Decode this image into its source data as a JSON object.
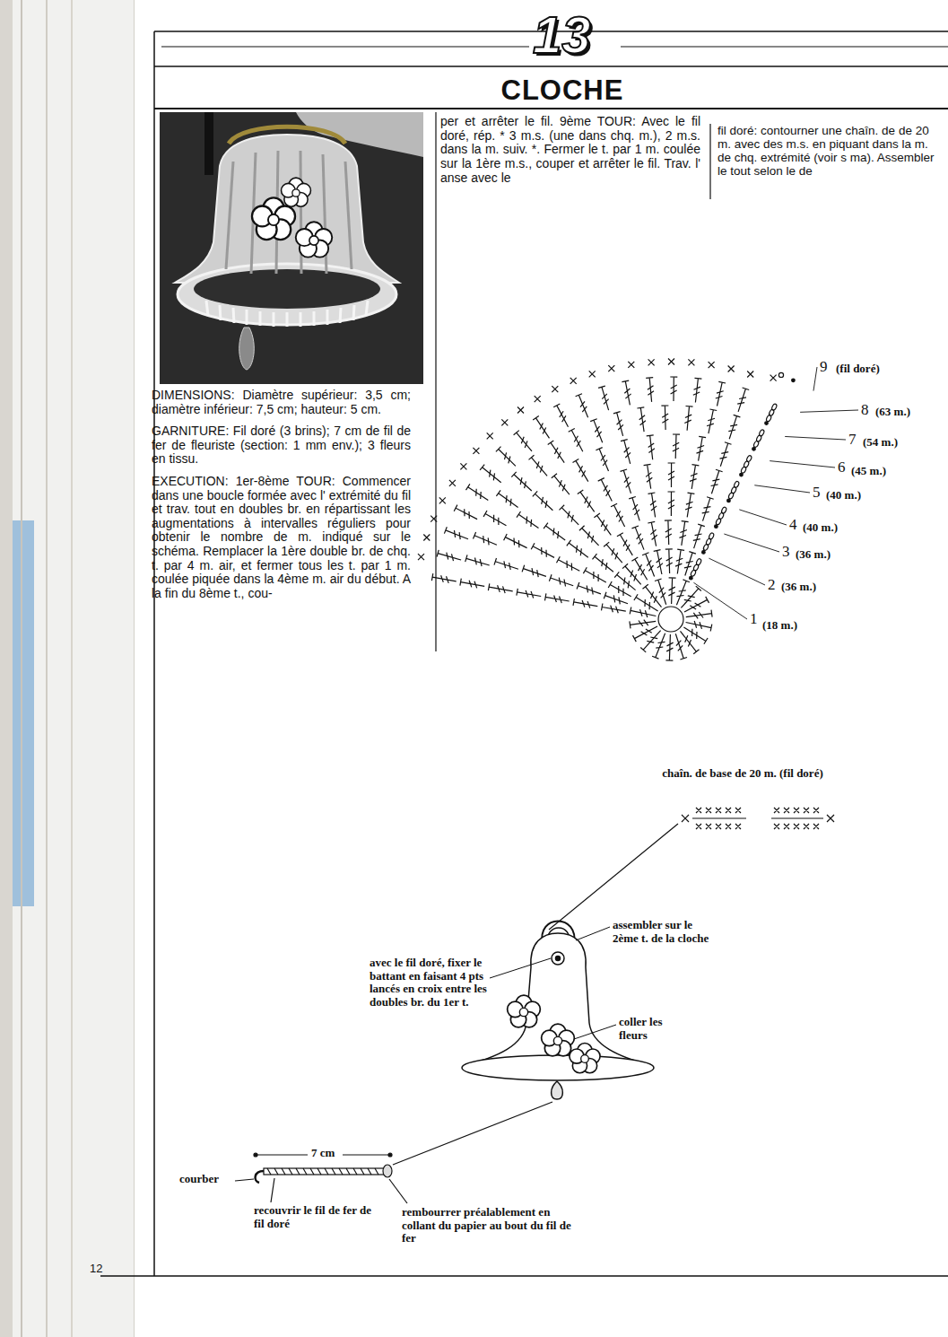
{
  "diagram": {
    "title": "CLOCHE",
    "labels": [
      "13",
      "DIMENSIONS: Diamètre supérieur: 3,5 cm; diamètre inférieur: 7,5 cm; hauteur: 5 cm.",
      "GARNITURE: Fil doré (3 brins); 7 cm de fil de fer de fleuriste (section: 1 mm env.); 3 fleurs en tissu.",
      "EXECUTION: 1er-8ème TOUR: Commencer dans une boucle formée avec l' extrémité du fil et trav. tout en doubles br. en répartissant les augmentations à intervalles réguliers pour obtenir le nombre de m. indiqué sur le schéma. Remplacer la 1ère double br. de chq. t. par 4 m. air, et fermer tous les t. par 1 m. coulée piquée dans la 4ème m. air du début. A la fin du 8ème t., cou-",
      "per et arrêter le fil. 9ème TOUR: Avec le fil doré, rép. * 3 m.s. (une dans chq. m.), 2 m.s. dans la m. suiv. *. Fermer le t. par 1 m. coulée sur la 1ère m.s., couper et arrêter le fil. Trav. l' anse avec le",
      "fil doré: contourner une chaîn. de de 20 m. avec des m.s. en piquant dans la m. de chq. extrémité (voir s ma). Assembler le tout selon le de",
      "9",
      "(fil doré)",
      "8",
      "(63 m.)",
      "7",
      "(54 m.)",
      "6",
      "(45 m.)",
      "5",
      "(40 m.)",
      "4",
      "(40 m.)",
      "3",
      "(36 m.)",
      "2",
      "(36 m.)",
      "1",
      "(18 m.)",
      "chaîn. de base de 20 m. (fil doré)",
      "assembler sur le 2ème t. de la cloche",
      "avec le fil doré, fixer le battant en faisant 4 pts lancés en croix entre les doubles br. du 1er t.",
      "coller les fleurs",
      "7 cm",
      "courber",
      "recouvrir le fil de fer de fil doré",
      "rembourrer préalablement en collant du papier au bout du fil de fer",
      "12"
    ]
  }
}
